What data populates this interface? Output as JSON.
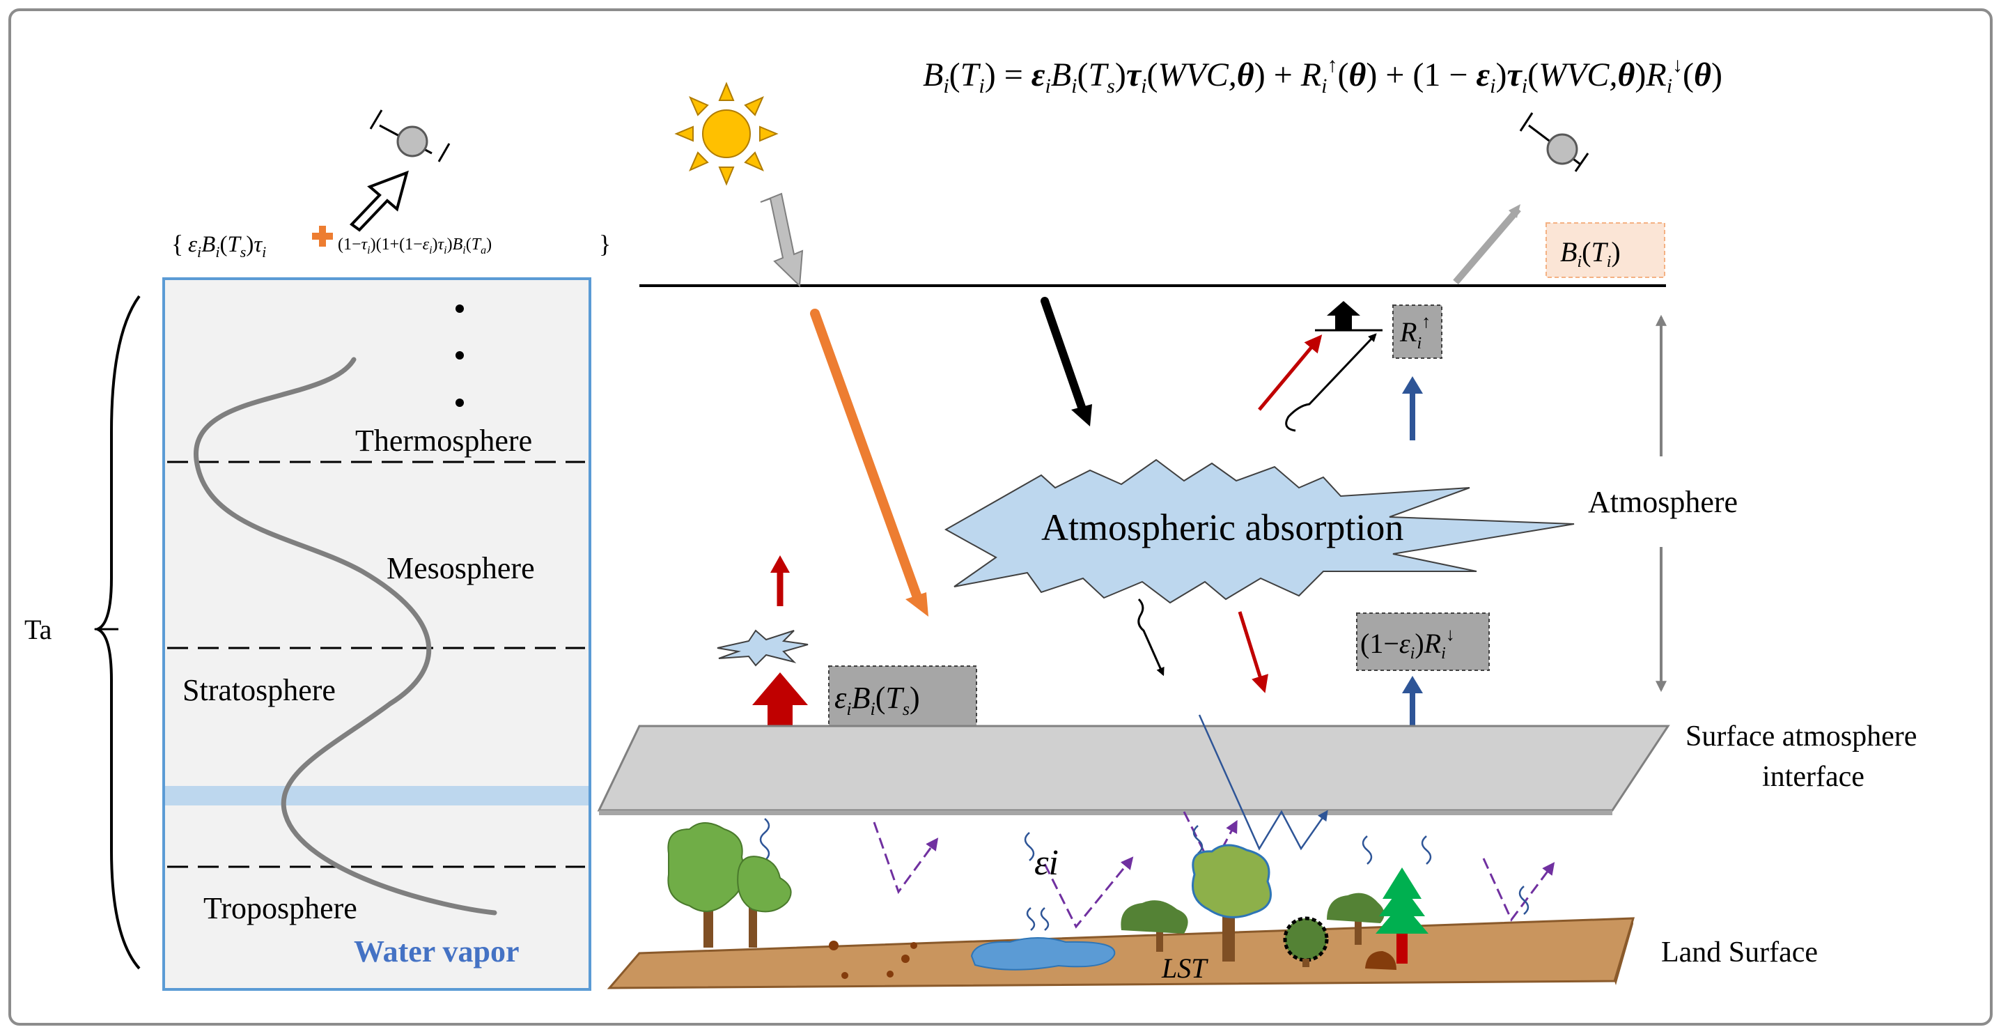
{
  "equation": {
    "main": "B_i(T_i) = ε_i B_i(T_s) τ_i(WVC,θ) + R_i↑(θ) + (1−ε_i) τ_i(WVC,θ) R_i↓(θ)",
    "left_box": "{ε_i B_i(T_s) τ_i + (1−τ_i)(1+(1−ε_i)τ_i) B_i(T_a)}",
    "sensor_radiance": "B_i(T_i)",
    "upwelling": "R_i↑",
    "surface_emission": "ε_i B_i(T_s)",
    "reflected_downwelling": "(1−ε_i) R_i↓"
  },
  "labels": {
    "ta": "Ta",
    "thermosphere": "Thermosphere",
    "mesosphere": "Mesosphere",
    "stratosphere": "Stratosphere",
    "troposphere": "Troposphere",
    "water_vapor": "Water vapor",
    "absorption": "Atmospheric absorption",
    "atmosphere": "Atmosphere",
    "interface_line1": "Surface atmosphere",
    "interface_line2": "interface",
    "land_surface": "Land Surface",
    "emissivity": "εi",
    "lst": "LST"
  },
  "colors": {
    "orange_arrow": "#ED7D31",
    "red_arrow": "#C00000",
    "blue_arrow": "#1F4E79",
    "purple_arrow": "#7030A0",
    "sun": "#FFC000",
    "cloud": "#BDD7EE",
    "water_vapor_text": "#4472C4",
    "panel_border": "#5B9BD5",
    "ground": "#C9955E"
  }
}
